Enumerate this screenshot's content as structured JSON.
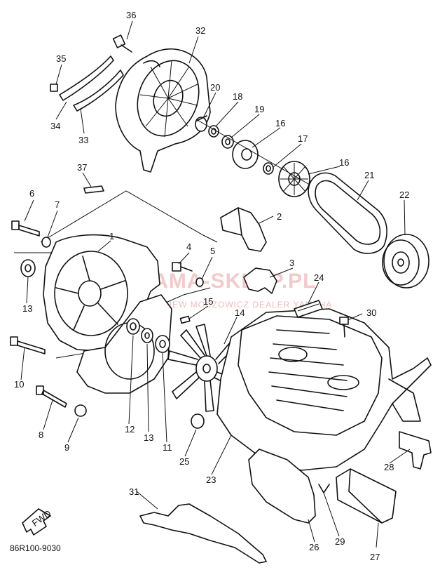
{
  "diagram": {
    "drawing_code": "86R100-9030",
    "direction_label": "FWD",
    "watermark": {
      "main": "YAMA-SKLEP.PL",
      "sub": "ZBIGNIEW MOCZOWICZ DEALER YAMAHA"
    },
    "callouts": [
      "1",
      "2",
      "3",
      "4",
      "5",
      "6",
      "7",
      "8",
      "9",
      "10",
      "11",
      "12",
      "13",
      "13",
      "14",
      "15",
      "16",
      "16",
      "17",
      "18",
      "19",
      "20",
      "21",
      "22",
      "23",
      "24",
      "25",
      "26",
      "27",
      "28",
      "29",
      "30",
      "31",
      "32",
      "33",
      "34",
      "35",
      "36",
      "37"
    ]
  },
  "colors": {
    "line": "#111111",
    "watermark": "#e8a0a0",
    "background": "#ffffff"
  }
}
